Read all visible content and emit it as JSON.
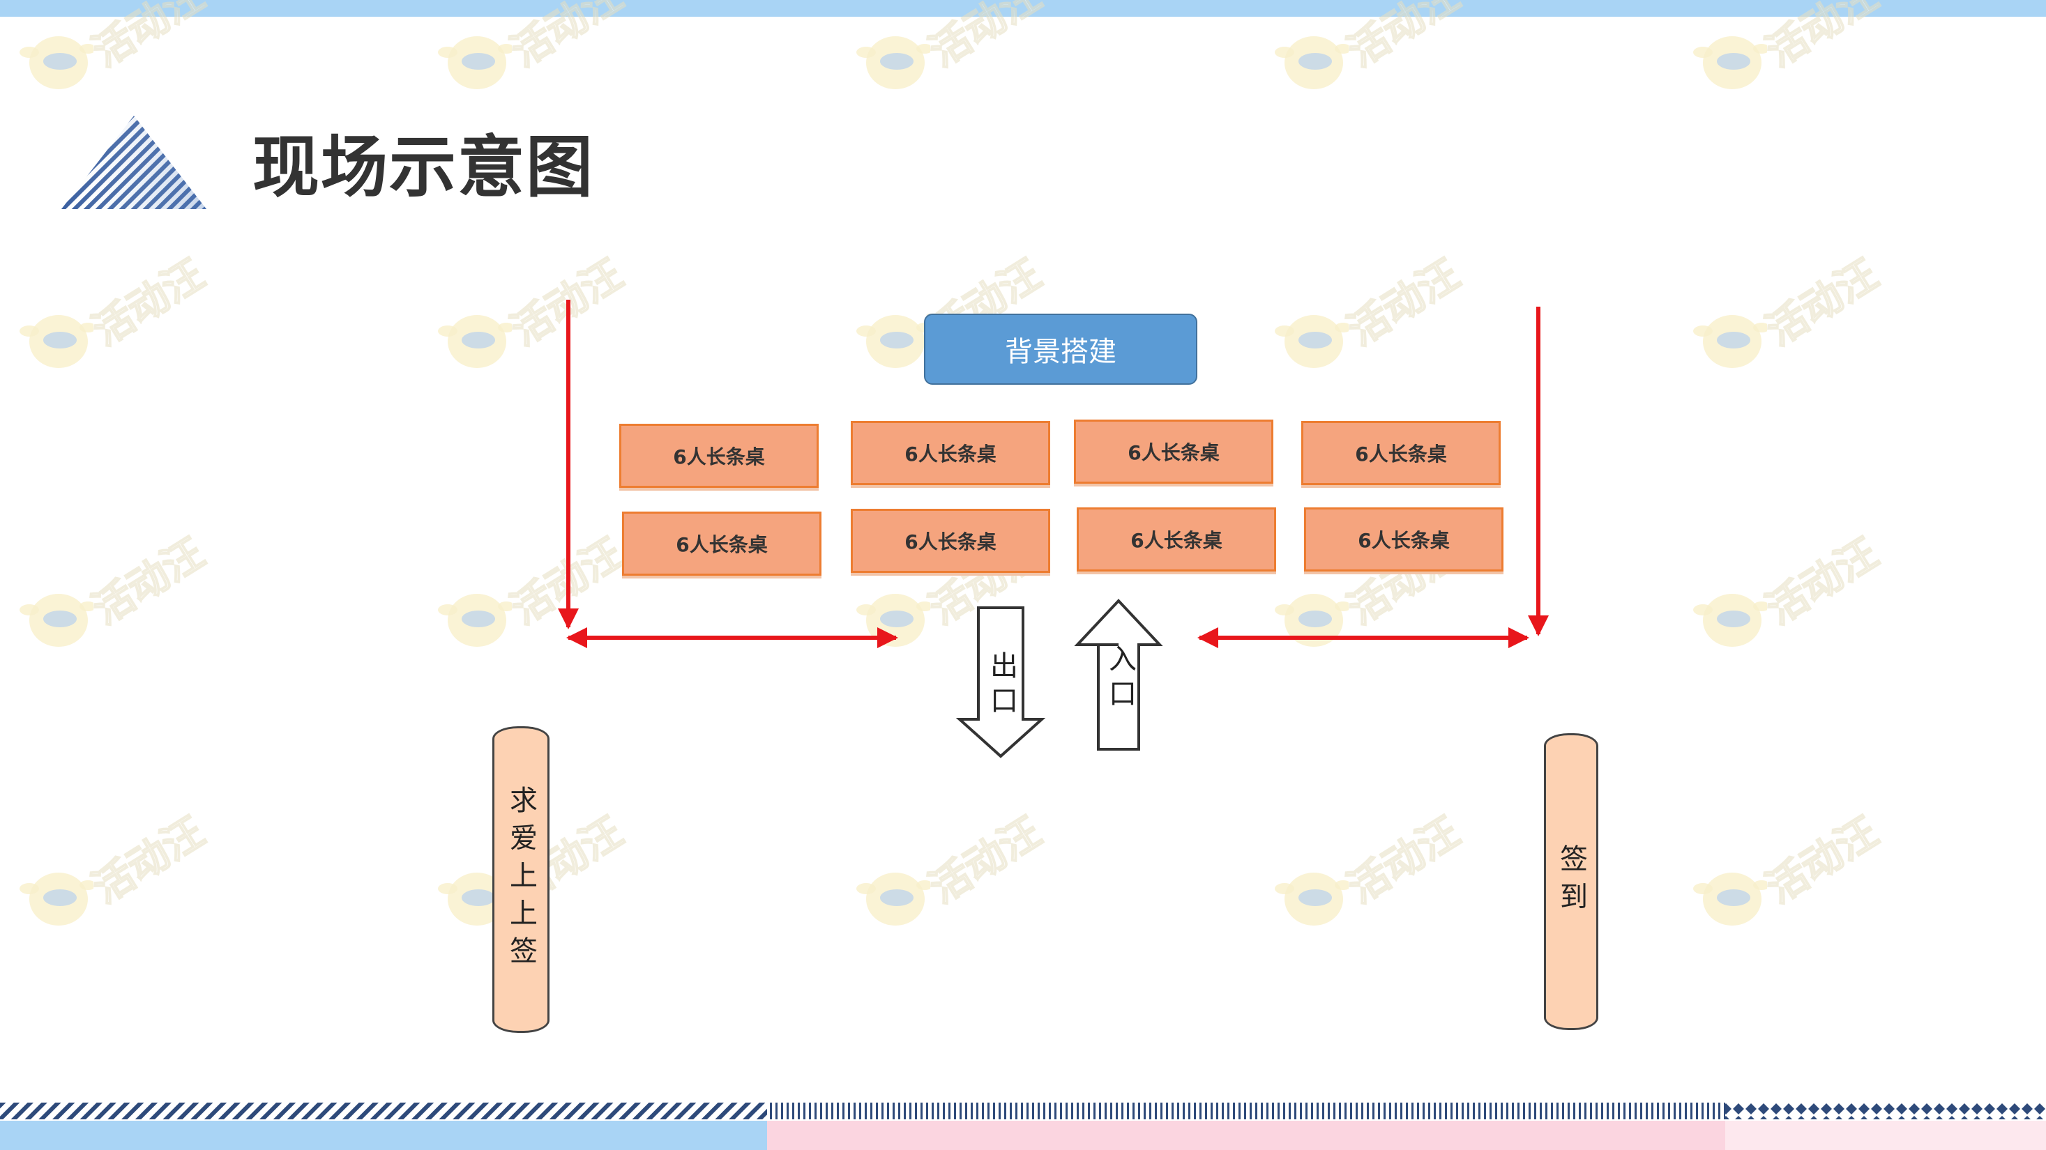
{
  "header": {
    "title": "现场示意图"
  },
  "watermark": {
    "text": "活动汪"
  },
  "diagram": {
    "backdrop_label": "背景搭建",
    "tables": [
      "6人长条桌",
      "6人长条桌",
      "6人长条桌",
      "6人长条桌",
      "6人长条桌",
      "6人长条桌",
      "6人长条桌",
      "6人长条桌"
    ],
    "exit_label": "出口",
    "entrance_label": "入口",
    "left_banner": "求爱上上签",
    "right_banner": "签到"
  },
  "colors": {
    "accent_blue": "#a9d4f5",
    "accent_pink": "#fbd5e0",
    "flow_arrow": "#e8161b",
    "table_fill": "#f5a47e",
    "table_border": "#ed7d31",
    "backdrop_fill": "#5b9bd5",
    "banner_fill": "#fdd2b3",
    "title_icon": "#3a5fa0"
  }
}
